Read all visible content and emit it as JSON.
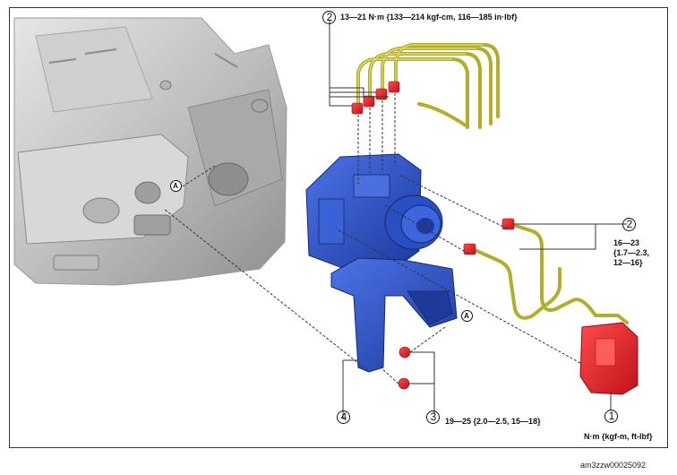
{
  "callouts": {
    "c1": "1",
    "c2_top": "2",
    "c2_right": "2",
    "c3": "3",
    "c4": "4"
  },
  "refs": {
    "a_left": "A",
    "a_right": "A"
  },
  "torque": {
    "top": "13—21 N·m {133—214 kgf-cm, 116—185 in·lbf}",
    "right_line1": "16—23",
    "right_line2": "{1.7—2.3,",
    "right_line3": "12—16}",
    "bottom": "19—25 {2.0—2.5, 15—18}",
    "units": "N·m {kgf-m, ft-lbf}"
  },
  "figure_id": "am3zzw00025092",
  "colors": {
    "hydraulic_unit": "#2a4fc4",
    "brake_pipe": "#b3ae2a",
    "nut_red": "#e0202a",
    "body_gray": "#c9c9c9",
    "line": "#333333"
  }
}
